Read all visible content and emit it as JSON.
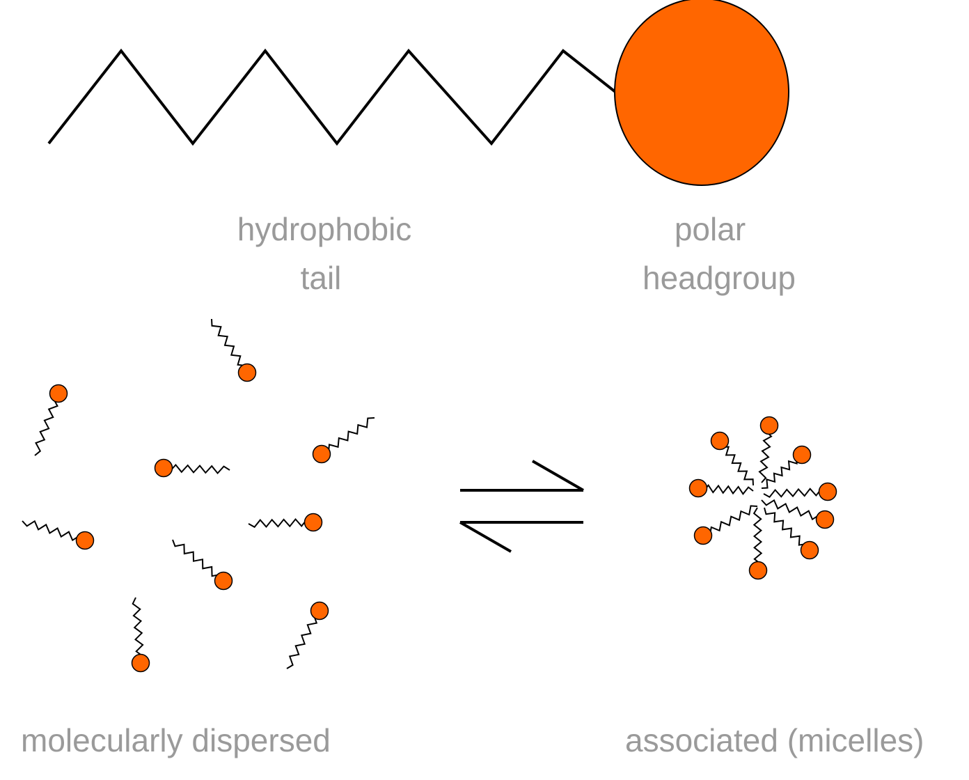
{
  "colors": {
    "headgroup_fill": "#FF6600",
    "stroke": "#000000",
    "label_text": "#9A9A9A",
    "background": "#FFFFFF"
  },
  "labels": {
    "tail_line1": "hydrophobic",
    "tail_line2": "tail",
    "head_line1": "polar",
    "head_line2": "headgroup",
    "dispersed": "molecularly dispersed",
    "associated": "associated (micelles)"
  },
  "equilibrium_symbol": "equilibrium-arrows"
}
